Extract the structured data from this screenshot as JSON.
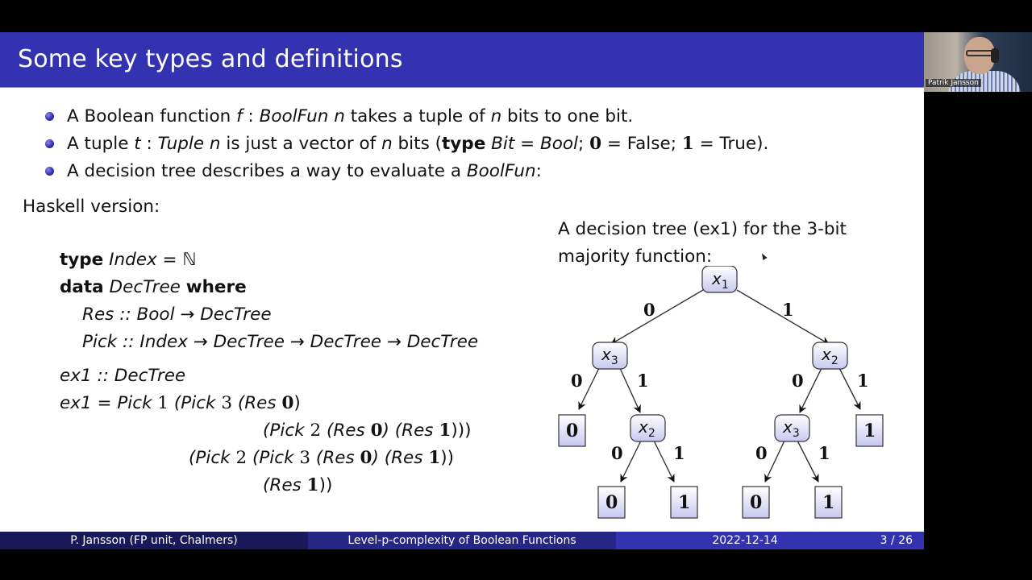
{
  "slide": {
    "title": "Some key types and definitions",
    "bullets": [
      {
        "parts": [
          "A Boolean function ",
          "f",
          " : ",
          "BoolFun n",
          " takes a tuple of ",
          "n",
          " bits to one bit."
        ]
      },
      {
        "parts": [
          "A tuple ",
          "t",
          " : ",
          "Tuple n",
          " is just a vector of ",
          "n",
          " bits (",
          "type",
          " ",
          "Bit",
          " = ",
          "Bool",
          "; ",
          "0",
          " = False; ",
          "1",
          " = True)."
        ]
      },
      {
        "parts": [
          "A decision tree describes a way to evaluate a ",
          "BoolFun",
          ":"
        ]
      }
    ],
    "haskell_label": "Haskell version:",
    "code": {
      "l1_kw": "type",
      "l1_a": "Index",
      "l1_b": " = ℕ",
      "l2_kw": "data",
      "l2_a": "DecTree",
      "l2_kw2": "where",
      "l3": "Res  :: Bool → DecTree",
      "l4": "Pick :: Index → DecTree → DecTree → DecTree",
      "l5": "ex1 :: DecTree",
      "l6_a": "ex1 = Pick ",
      "l6_n1": "1",
      "l6_b": " (Pick ",
      "l6_n2": "3",
      "l6_c": " (Res ",
      "l6_bit": "0",
      "l6_d": ")",
      "l7_a": "(Pick ",
      "l7_n": "2",
      "l7_b": " (Res ",
      "l7_bit0": "0",
      "l7_c": ") (Res ",
      "l7_bit1": "1",
      "l7_d": ")))",
      "l8_a": "(Pick ",
      "l8_n1": "2",
      "l8_b": " (Pick ",
      "l8_n2": "3",
      "l8_c": " (Res ",
      "l8_bit0": "0",
      "l8_d": ") (Res ",
      "l8_bit1": "1",
      "l8_e": "))",
      "l9_a": "(Res ",
      "l9_bit": "1",
      "l9_b": "))"
    },
    "tree_caption_line1": "A decision tree (ex1) for the 3-bit",
    "tree_caption_line2": "majority function:",
    "tree": {
      "nodes": {
        "root": "x1",
        "left": "x3",
        "right": "x2",
        "left_right": "x2",
        "right_left": "x3"
      },
      "leaves": {
        "l_l": "0",
        "lr_l": "0",
        "lr_r": "1",
        "rl_l": "0",
        "rl_r": "1",
        "r_r": "1"
      },
      "edge_labels": {
        "zero": "0",
        "one": "1"
      }
    }
  },
  "footer": {
    "author": "P. Jansson  (FP unit, Chalmers)",
    "talk_title": "Level-p-complexity of Boolean Functions",
    "date": "2022-12-14",
    "page": "3 / 26"
  },
  "webcam": {
    "participant_name": "Patrik Jansson"
  },
  "colors": {
    "title_bar": "#3333b2",
    "footer_dark": "#191959",
    "footer_mid": "#262686",
    "footer_light": "#3333b2",
    "node_fill_top": "#ffffff",
    "node_fill_bottom": "#c8c8f0"
  }
}
